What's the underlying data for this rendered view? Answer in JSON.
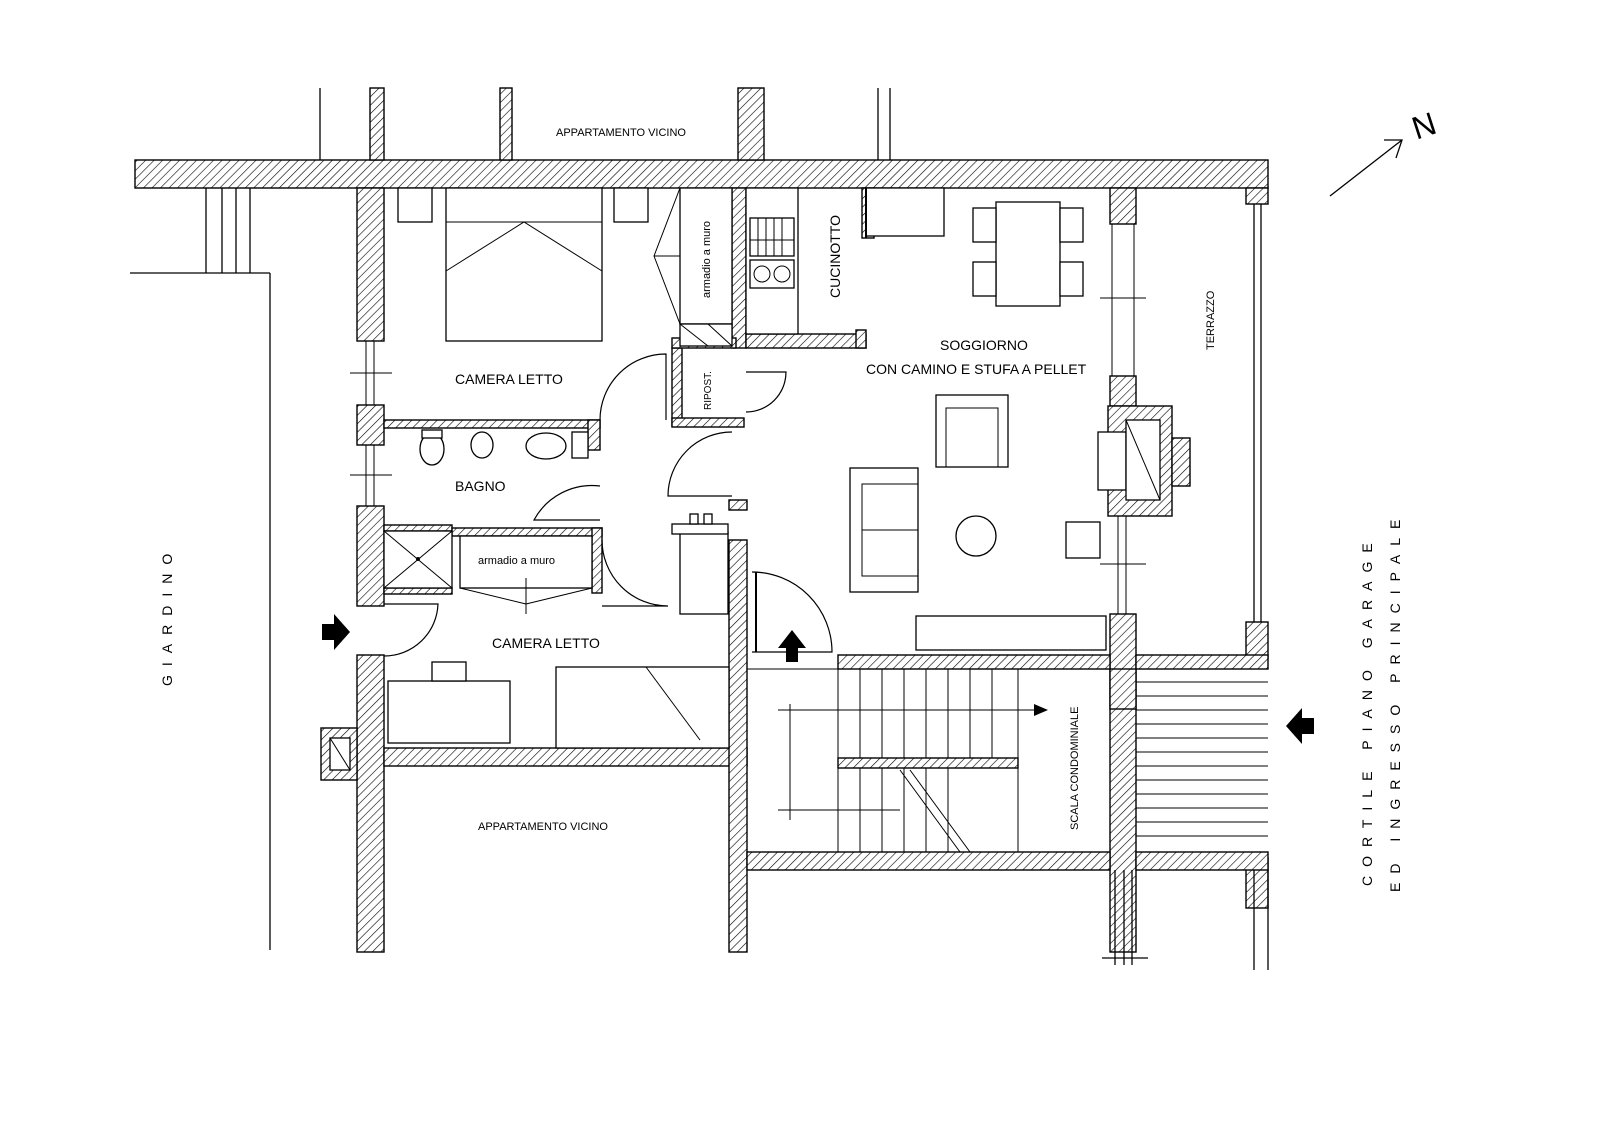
{
  "labels": {
    "neighbor_top": "APPARTAMENTO VICINO",
    "neighbor_bottom": "APPARTAMENTO VICINO",
    "bedroom_master": "CAMERA LETTO",
    "bedroom_second": "CAMERA LETTO",
    "bathroom": "BAGNO",
    "wardrobe_master": "armadio a muro",
    "wardrobe_second": "armadio a muro",
    "storage": "RIPOST.",
    "kitchenette": "CUCINOTTO",
    "living_line1": "SOGGIORNO",
    "living_line2": "CON CAMINO E STUFA A PELLET",
    "terrace": "TERRAZZO",
    "stairs": "SCALA CONDOMINIALE",
    "garden": "GIARDINO",
    "courtyard_line1": "CORTILE PIANO GARAGE",
    "courtyard_line2": "ED INGRESSO PRINCIPALE",
    "north": "N"
  },
  "icons": [
    "north-arrow-icon",
    "entrance-arrow-icon"
  ]
}
